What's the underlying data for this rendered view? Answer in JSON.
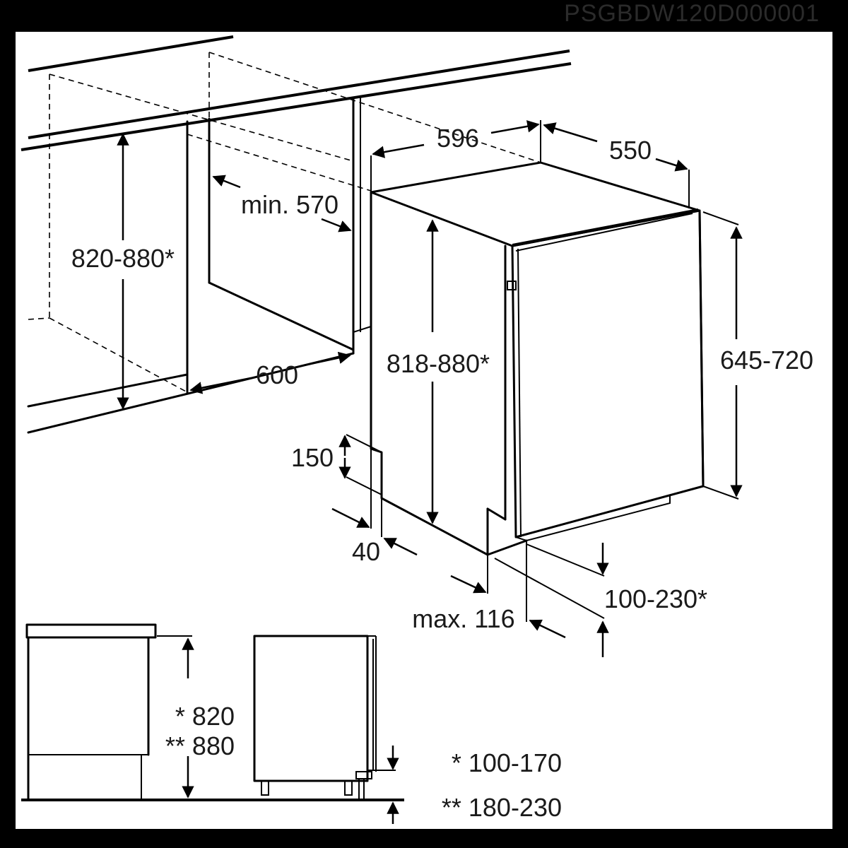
{
  "header": {
    "code": "PSGBDW120D000001"
  },
  "colors": {
    "background": "#000000",
    "paper": "#ffffff",
    "ink": "#000000"
  },
  "dimensions": {
    "width_appliance": "596",
    "depth_appliance": "550",
    "niche_min": "min. 570",
    "niche_height": "820-880*",
    "niche_width": "600",
    "appliance_height": "818-880*",
    "door_height": "645-720",
    "plinth_height": "150",
    "plinth_depth": "40",
    "max_depth": "max. 116",
    "foot_range": "100-230*"
  },
  "side_view": {
    "height_single": "* 820",
    "height_double": "** 880",
    "plinth_single": "* 100-170",
    "plinth_double": "** 180-230"
  }
}
